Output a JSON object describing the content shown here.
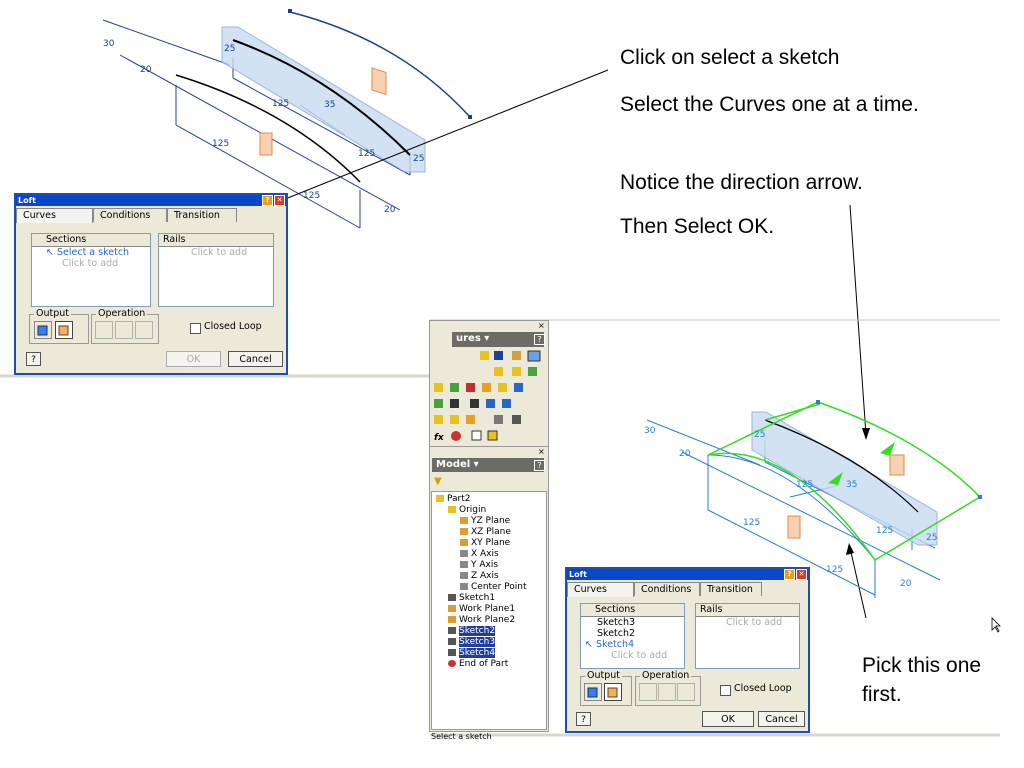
{
  "callouts": {
    "step1": "Click on select a sketch",
    "step2": "Select the Curves one at a time.",
    "step3": "Notice the direction arrow.",
    "step4": "Then Select OK.",
    "pick": "Pick this one first."
  },
  "loft_top": {
    "title": "Loft",
    "tabs": [
      "Curves",
      "Conditions",
      "Transition"
    ],
    "sections_header": "Sections",
    "rails_header": "Rails",
    "sections_rows": [
      "Select a sketch",
      "Click to add"
    ],
    "rails_row": "Click to add",
    "output_label": "Output",
    "operation_label": "Operation",
    "closed_loop": "Closed Loop",
    "ok": "OK",
    "cancel": "Cancel",
    "help": "?"
  },
  "loft_bottom": {
    "title": "Loft",
    "tabs": [
      "Curves",
      "Conditions",
      "Transition"
    ],
    "sections_header": "Sections",
    "rails_header": "Rails",
    "sections_rows": [
      "Sketch3",
      "Sketch2",
      "Sketch4",
      "Click to add"
    ],
    "rails_row": "Click to add",
    "output_label": "Output",
    "operation_label": "Operation",
    "closed_loop": "Closed Loop",
    "ok": "OK",
    "cancel": "Cancel",
    "help": "?"
  },
  "features_panel": {
    "title": "ures",
    "icon_rows": 5,
    "text_icon": "ₓ",
    "fx": "fx"
  },
  "model_panel": {
    "title": "Model",
    "tree": [
      {
        "label": "Part2",
        "level": 0,
        "icon": "part"
      },
      {
        "label": "Origin",
        "level": 1,
        "icon": "folder"
      },
      {
        "label": "YZ Plane",
        "level": 2,
        "icon": "plane"
      },
      {
        "label": "XZ Plane",
        "level": 2,
        "icon": "plane"
      },
      {
        "label": "XY Plane",
        "level": 2,
        "icon": "plane"
      },
      {
        "label": "X Axis",
        "level": 2,
        "icon": "axis"
      },
      {
        "label": "Y Axis",
        "level": 2,
        "icon": "axis"
      },
      {
        "label": "Z Axis",
        "level": 2,
        "icon": "axis"
      },
      {
        "label": "Center Point",
        "level": 2,
        "icon": "point"
      },
      {
        "label": "Sketch1",
        "level": 1,
        "icon": "sketch"
      },
      {
        "label": "Work Plane1",
        "level": 1,
        "icon": "plane"
      },
      {
        "label": "Work Plane2",
        "level": 1,
        "icon": "plane"
      },
      {
        "label": "Sketch2",
        "level": 1,
        "icon": "sketch",
        "selected": true
      },
      {
        "label": "Sketch3",
        "level": 1,
        "icon": "sketch",
        "selected": true
      },
      {
        "label": "Sketch4",
        "level": 1,
        "icon": "sketch",
        "selected": true
      },
      {
        "label": "End of Part",
        "level": 1,
        "icon": "end"
      }
    ]
  },
  "status_bar": "Select a sketch",
  "dimensions_top": [
    "30",
    "20",
    "25",
    "125",
    "35",
    "125",
    "125",
    "125",
    "25",
    "20"
  ],
  "dimensions_bottom": [
    "30",
    "20",
    "25",
    "35",
    "125",
    "125",
    "125",
    "25",
    "125",
    "20"
  ],
  "colors": {
    "accent": "#1f3f9a",
    "sketch_green": "#33dd22",
    "dim_blue": "#2a7fd4",
    "title_blue": "#0a47c9"
  }
}
